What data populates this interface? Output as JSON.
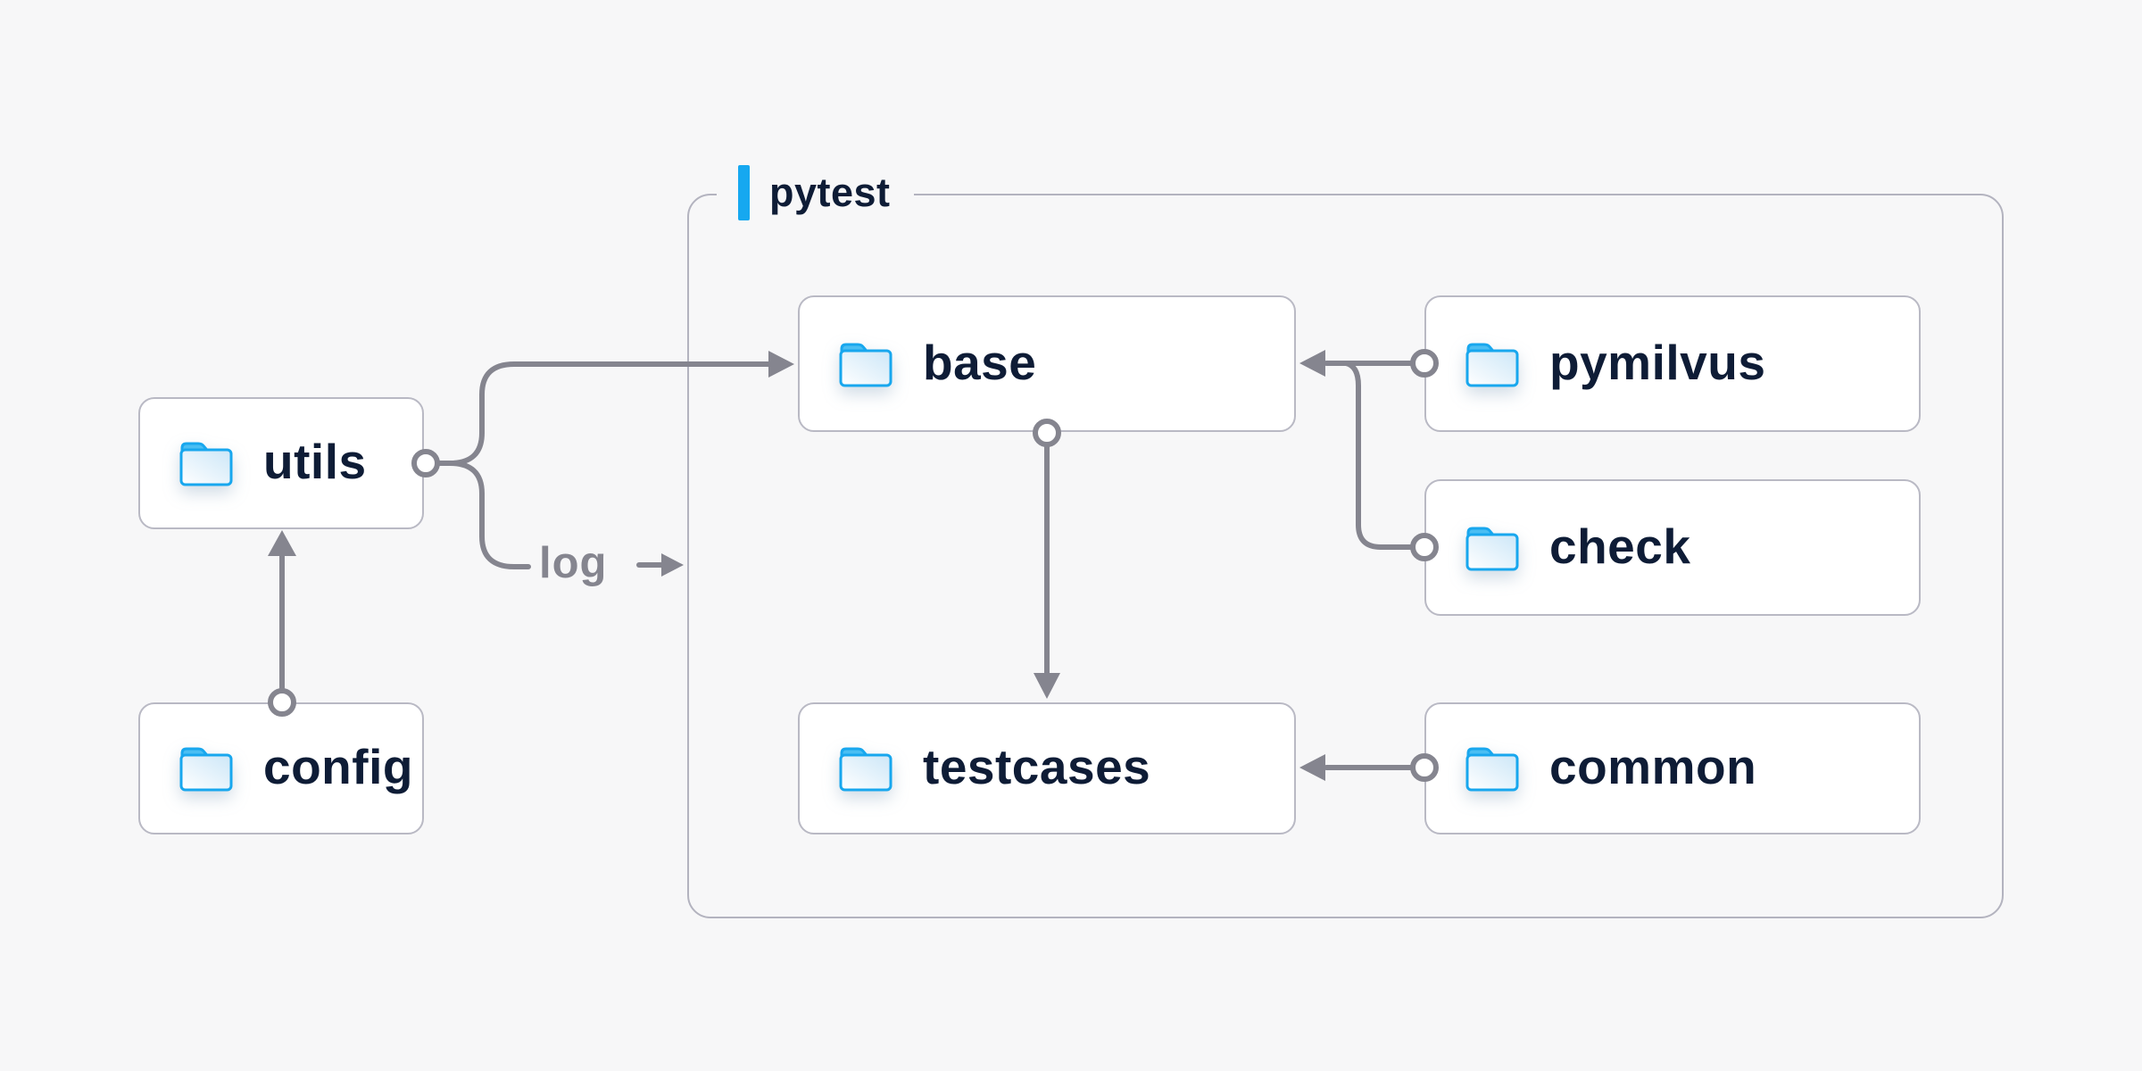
{
  "diagram": {
    "title_group": {
      "label": "pytest"
    },
    "nodes": [
      {
        "id": "utils",
        "label": "utils"
      },
      {
        "id": "config",
        "label": "config"
      },
      {
        "id": "base",
        "label": "base"
      },
      {
        "id": "pymilvus",
        "label": "pymilvus"
      },
      {
        "id": "check",
        "label": "check"
      },
      {
        "id": "testcases",
        "label": "testcases"
      },
      {
        "id": "common",
        "label": "common"
      }
    ],
    "edges": [
      {
        "from": "config",
        "to": "utils",
        "label": ""
      },
      {
        "from": "utils",
        "to": "base",
        "label": ""
      },
      {
        "from": "utils",
        "to": "pytest",
        "label": "log"
      },
      {
        "from": "pymilvus",
        "to": "base",
        "label": ""
      },
      {
        "from": "check",
        "to": "base",
        "label": ""
      },
      {
        "from": "base",
        "to": "testcases",
        "label": ""
      },
      {
        "from": "common",
        "to": "testcases",
        "label": ""
      }
    ],
    "edge_log_label": "log",
    "colors": {
      "background": "#f7f7f8",
      "node_fill": "#ffffff",
      "node_border": "#b9b9c4",
      "group_border": "#b3b3bf",
      "connector": "#85858f",
      "text": "#0e1c36",
      "accent_blue": "#16a8f0",
      "muted_text": "#85858f"
    }
  }
}
